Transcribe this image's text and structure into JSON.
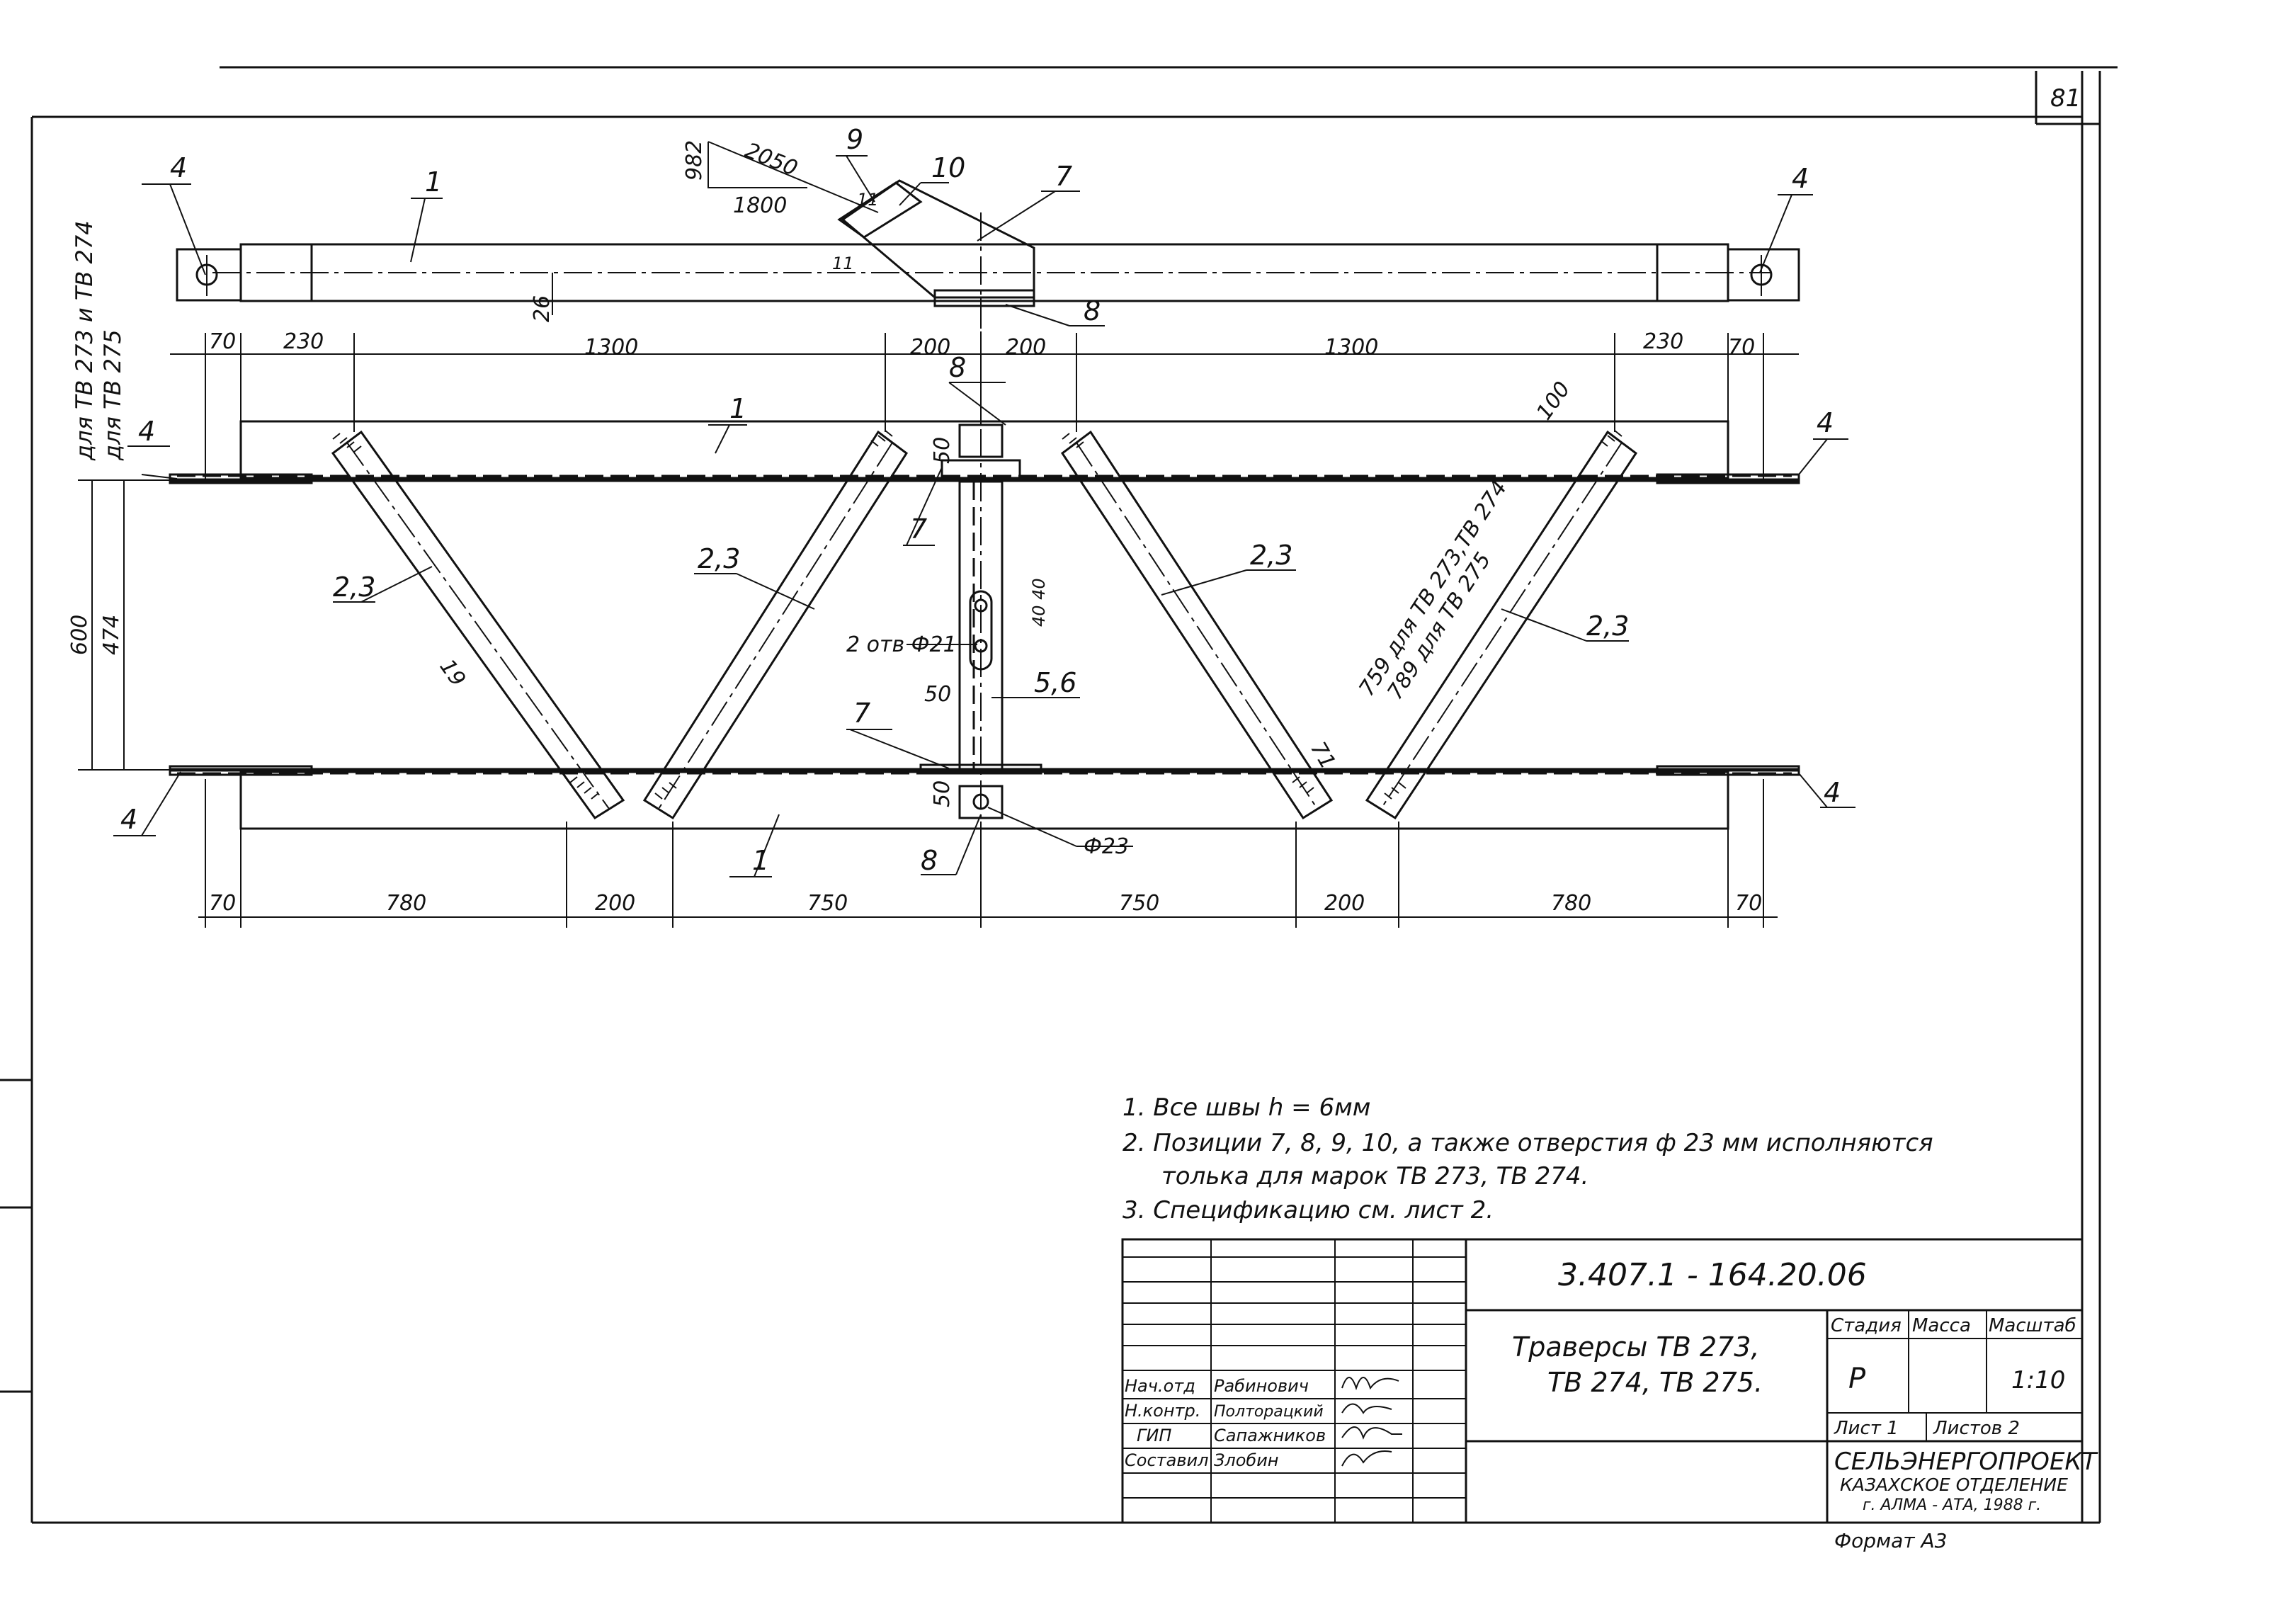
{
  "sheet": {
    "page_number": "81"
  },
  "side_labels": {
    "upper": "для  ТВ 273  и  ТВ 274",
    "lower": "для  ТВ 275"
  },
  "positions": {
    "p1": "1",
    "p23": "2,3",
    "p4": "4",
    "p56": "5,6",
    "p7": "7",
    "p8": "8",
    "p9": "9",
    "p10": "10"
  },
  "dimensions": {
    "top": [
      "70",
      "230",
      "1300",
      "200",
      "200",
      "1300",
      "230",
      "70"
    ],
    "bottom": [
      "70",
      "780",
      "200",
      "750",
      "750",
      "200",
      "780",
      "70"
    ],
    "height_total": "600",
    "height_inner": "474",
    "slope": [
      "982",
      "2050",
      "1800"
    ],
    "top_view_small": "26",
    "angle_weld": "11",
    "brace_19": "19",
    "brace_71": "71",
    "brace_100": "100",
    "post_50a": "50",
    "post_50b": "50",
    "post_50c": "50",
    "hole_spacing": "40 40",
    "diag_len_1": "759 для ТВ 273,ТВ 274",
    "diag_len_2": "789 для ТВ 275",
    "holes": "2 отв Ф21",
    "phi23": "Ф23"
  },
  "notes": [
    "1.  Все  швы  h = 6мм",
    "2.  Позиции  7, 8, 9, 10,  а  также  отверстия  ф 23 мм  исполняются",
    "толька  для  марок   ТВ 273,  ТВ 274.",
    "3.  Спецификацию   см.  лист  2."
  ],
  "title_block": {
    "doc_number": "3.407.1 - 164.20.06",
    "title_line1": "Траверсы  ТВ 273,",
    "title_line2": "ТВ 274,  ТВ 275.",
    "roles": [
      "Нач.отд",
      "Н.контр.",
      "ГИП",
      "Составил"
    ],
    "names": [
      "Рабинович",
      "Полторацкий",
      "Сапажников",
      "Злобин"
    ],
    "stage_label": "Стадия",
    "mass_label": "Масса",
    "scale_label": "Масштаб",
    "stage": "Р",
    "scale": "1:10",
    "sheet": "Лист 1",
    "sheets": "Листов 2",
    "org1": "СЕЛЬЭНЕРГОПРОЕКТ",
    "org2": "КАЗАХСКОЕ  ОТДЕЛЕНИЕ",
    "org3": "г. АЛМА - АТА,  1988 г.",
    "format": "Формат А3"
  }
}
